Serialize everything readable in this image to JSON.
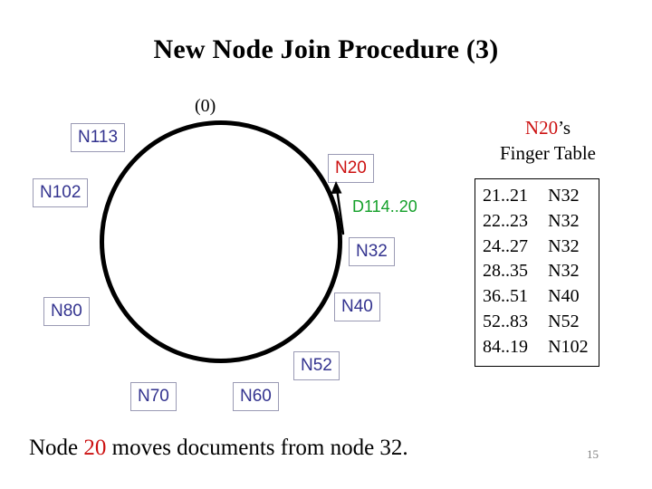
{
  "slide": {
    "title": "New Node Join Procedure (3)",
    "page_number": "15",
    "zero_marker": "(0)",
    "caption": {
      "before": "Node ",
      "highlight": "20",
      "after": " moves documents from node 32."
    }
  },
  "ring": {
    "nodes": [
      {
        "label": "N113",
        "color": "#33338f"
      },
      {
        "label": "N102",
        "color": "#33338f"
      },
      {
        "label": "N80",
        "color": "#33338f"
      },
      {
        "label": "N70",
        "color": "#33338f"
      },
      {
        "label": "N60",
        "color": "#33338f"
      },
      {
        "label": "N52",
        "color": "#33338f"
      },
      {
        "label": "N40",
        "color": "#33338f"
      },
      {
        "label": "N32",
        "color": "#33338f"
      },
      {
        "label": "N20",
        "color": "#cc1111"
      }
    ],
    "transfer": {
      "label": "D114..20",
      "color": "#14a02a",
      "arrow": "up-arrow-icon"
    }
  },
  "finger_table": {
    "owner": "N20",
    "owner_suffix": "’s",
    "title": "Finger Table",
    "rows": [
      {
        "range": "21..21",
        "target": "N32"
      },
      {
        "range": "22..23",
        "target": "N32"
      },
      {
        "range": "24..27",
        "target": "N32"
      },
      {
        "range": "28..35",
        "target": "N32"
      },
      {
        "range": "36..51",
        "target": "N40"
      },
      {
        "range": "52..83",
        "target": "N52"
      },
      {
        "range": "84..19",
        "target": "N102"
      }
    ]
  },
  "colors": {
    "node_blue": "#33338f",
    "accent_red": "#cc1111",
    "doc_green": "#14a02a",
    "ring_black": "#000000",
    "page_number_gray": "#808080"
  }
}
